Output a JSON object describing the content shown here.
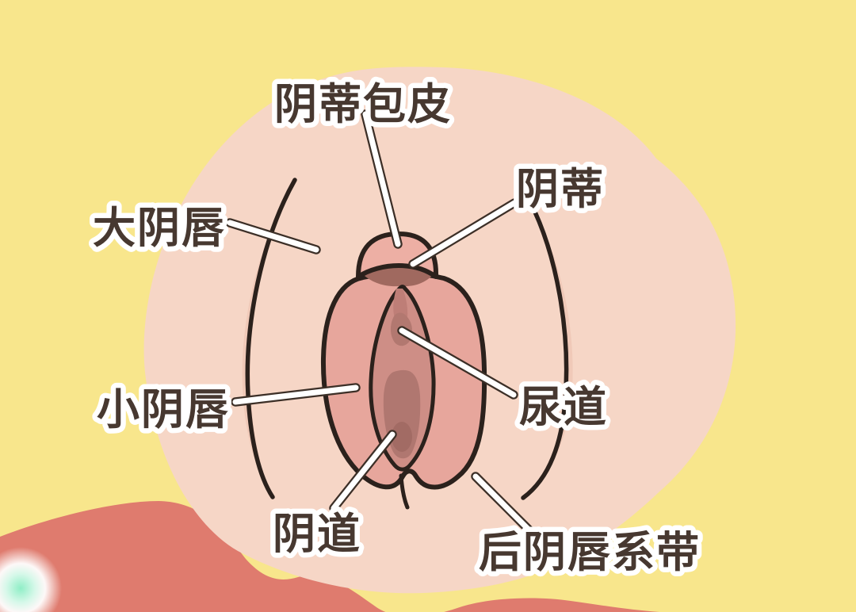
{
  "colors": {
    "background": "#F8E68C",
    "skin": "#F6D6C6",
    "coral_wave": "#DF7B6E",
    "labia_outer": "#E7A69C",
    "clitoral_hood": "#EDAFA4",
    "glans": "#A0695F",
    "vestibule": "#CE8E86",
    "vestibule_shadow": "#BE7E77",
    "urethra_patch": "#B27870",
    "vaginal_opening": "#B07770",
    "vaginal_opening_deep": "#A26B64",
    "fold_shadow": "#F0C9B8",
    "outline": "#2B211C",
    "label_text": "#473830",
    "label_outline": "#FFFFFF",
    "pointer_line": "#FFFFFF",
    "pointer_outline": "#3C2F27",
    "mint_glow": "#8FEEC6"
  },
  "labels": {
    "clitoral_hood": "阴蒂包皮",
    "clitoris": "阴蒂",
    "labia_majora": "大阴唇",
    "labia_minora": "小阴唇",
    "urethra": "尿道",
    "vagina": "阴道",
    "posterior_fourchette": "后阴唇系带"
  }
}
